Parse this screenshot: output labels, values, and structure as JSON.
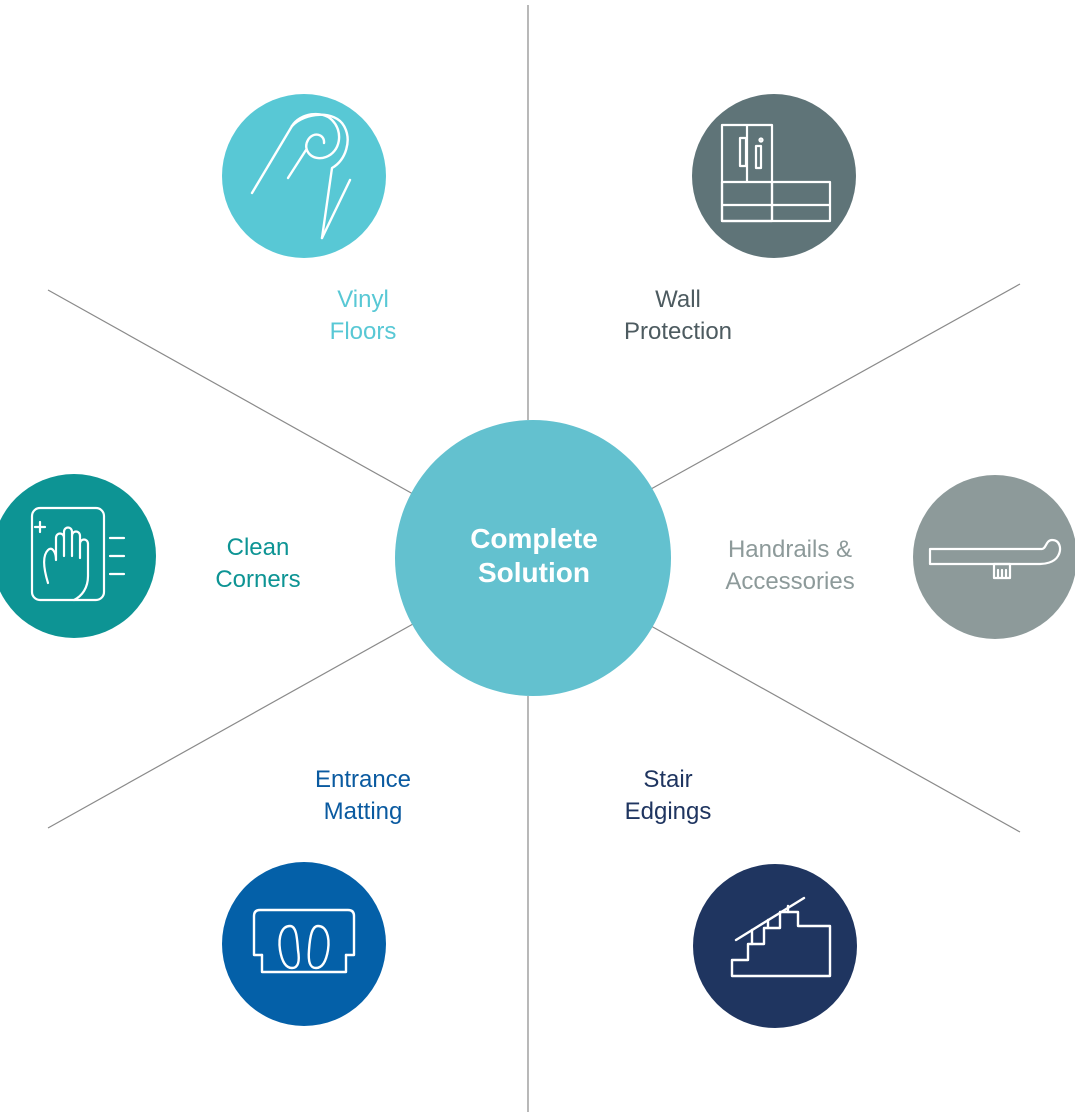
{
  "center": {
    "line1": "Complete",
    "line2": "Solution",
    "color": "#63c1cf"
  },
  "segments": [
    {
      "id": "vinyl-floors",
      "line1": "Vinyl",
      "line2": "Floors",
      "color": "#58c8d5",
      "label_color": "#58c8d5",
      "icon": "vinyl-roll-icon"
    },
    {
      "id": "wall-protection",
      "line1": "Wall",
      "line2": "Protection",
      "color": "#5f7478",
      "label_color": "#4d5b60",
      "icon": "wall-protection-icon"
    },
    {
      "id": "handrails-accessories",
      "line1": "Handrails &",
      "line2": "Accessories",
      "color": "#8d9a9a",
      "label_color": "#8d9a9a",
      "icon": "handrail-icon"
    },
    {
      "id": "stair-edgings",
      "line1": "Stair",
      "line2": "Edgings",
      "color": "#1f3560",
      "label_color": "#1f3560",
      "icon": "stairs-icon"
    },
    {
      "id": "entrance-matting",
      "line1": "Entrance",
      "line2": "Matting",
      "color": "#0460a8",
      "label_color": "#0a5aa0",
      "icon": "entrance-mat-icon"
    },
    {
      "id": "clean-corners",
      "line1": "Clean",
      "line2": "Corners",
      "color": "#0d9494",
      "label_color": "#0d9494",
      "icon": "cleaning-hand-icon"
    }
  ]
}
